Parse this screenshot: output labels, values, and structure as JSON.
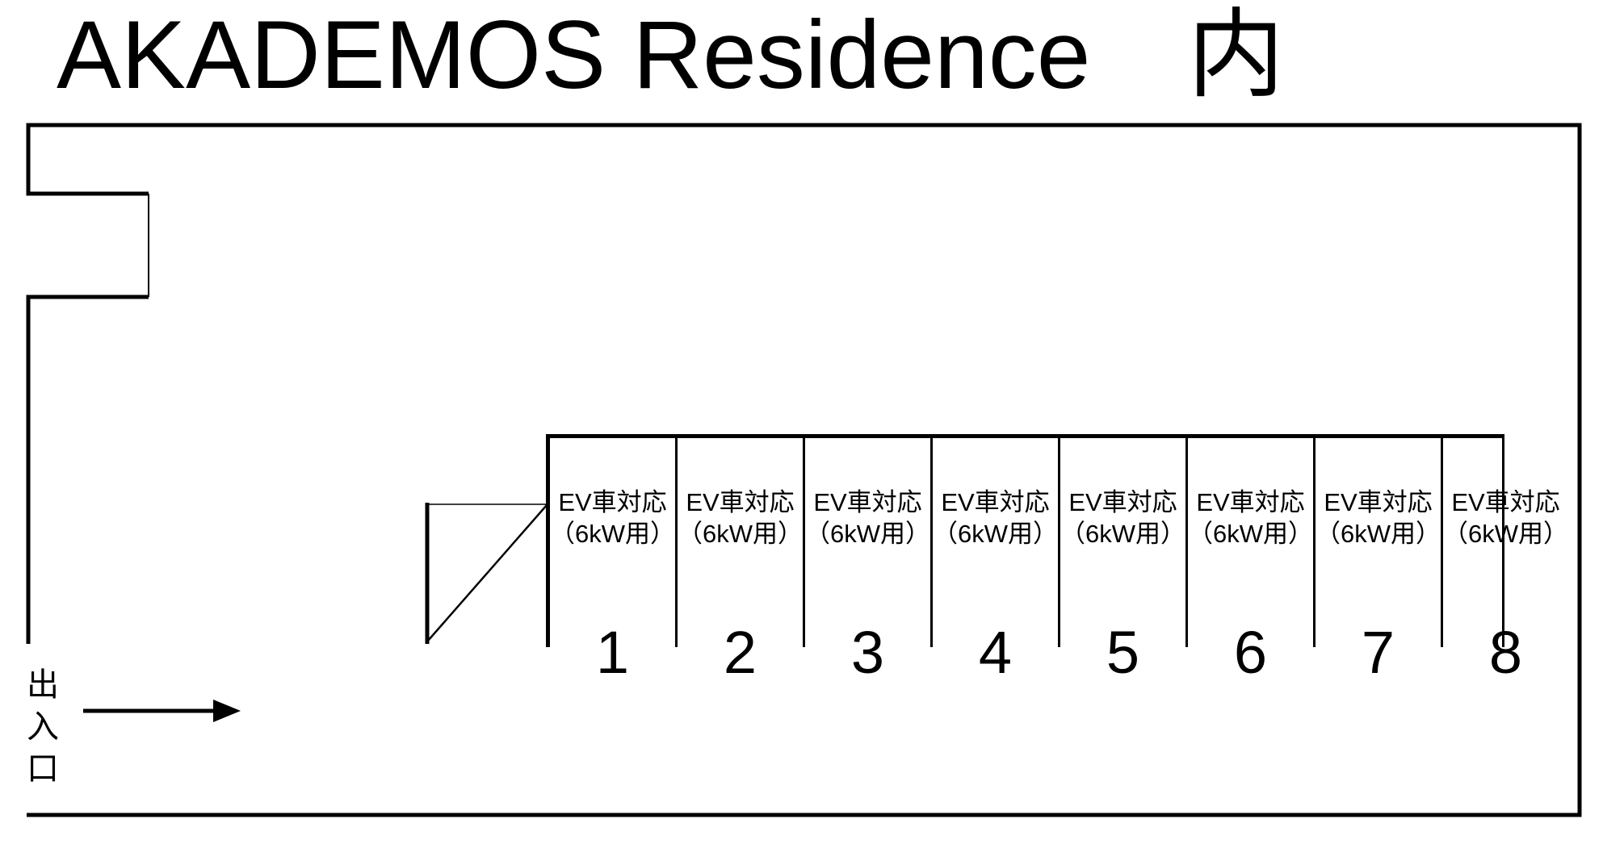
{
  "page": {
    "title": "AKADEMOS Residence　内",
    "background_color": "#ffffff",
    "line_color": "#000000"
  },
  "parking": {
    "entrance_label": "出入口",
    "stalls": [
      {
        "number": "1",
        "label_line1": "EV車対応",
        "label_line2": "（6kW用）"
      },
      {
        "number": "2",
        "label_line1": "EV車対応",
        "label_line2": "（6kW用）"
      },
      {
        "number": "3",
        "label_line1": "EV車対応",
        "label_line2": "（6kW用）"
      },
      {
        "number": "4",
        "label_line1": "EV車対応",
        "label_line2": "（6kW用）"
      },
      {
        "number": "5",
        "label_line1": "EV車対応",
        "label_line2": "（6kW用）"
      },
      {
        "number": "6",
        "label_line1": "EV車対応",
        "label_line2": "（6kW用）"
      },
      {
        "number": "7",
        "label_line1": "EV車対応",
        "label_line2": "（6kW用）"
      },
      {
        "number": "8",
        "label_line1": "EV車対応",
        "label_line2": "（6kW用）"
      }
    ]
  }
}
